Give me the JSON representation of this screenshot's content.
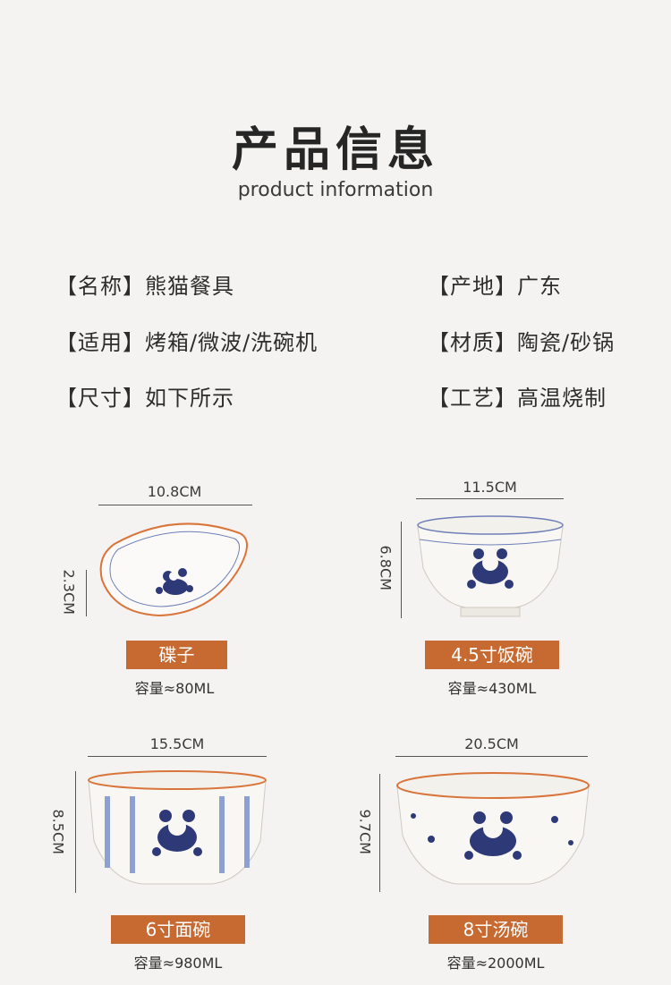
{
  "header": {
    "title": "产品信息",
    "subtitle": "product information"
  },
  "specs": {
    "name": "【名称】熊猫餐具",
    "use": "【适用】烤箱/微波/洗碗机",
    "size": "【尺寸】如下所示",
    "origin": "【产地】广东",
    "material": "【材质】陶瓷/砂锅",
    "craft": "【工艺】高温烧制"
  },
  "products": [
    {
      "name": "碟子",
      "width": "10.8CM",
      "height": "2.3CM",
      "capacity": "容量≈80ML"
    },
    {
      "name": "4.5寸饭碗",
      "width": "11.5CM",
      "height": "6.8CM",
      "capacity": "容量≈430ML"
    },
    {
      "name": "6寸面碗",
      "width": "15.5CM",
      "height": "8.5CM",
      "capacity": "容量≈980ML"
    },
    {
      "name": "8寸汤碗",
      "width": "20.5CM",
      "height": "9.7CM",
      "capacity": "容量≈2000ML"
    }
  ],
  "colors": {
    "accent": "#c76a32",
    "rim": "#d9753a",
    "ink": "#2e3a78",
    "background": "#f4f3f1"
  }
}
